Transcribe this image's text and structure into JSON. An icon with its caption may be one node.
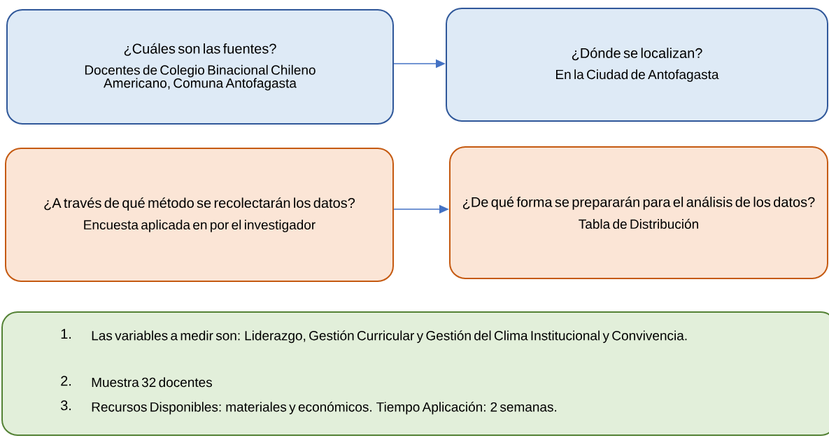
{
  "diagram": {
    "nodes": [
      {
        "text": [
          "¿Cuáles son las fuentes?",
          "Docentes de Colegio Binacional Chileno Americano, Comuna Antofagasta"
        ]
      },
      {
        "text": [
          "¿Dónde se localizan?",
          "En la Ciudad de Antofagasta"
        ]
      },
      {
        "text": [
          "¿A través de qué método se recolectarán los datos?",
          "Encuesta aplicada en por el investigador"
        ]
      },
      {
        "text": [
          "¿De qué forma se prepararán para el análisis de los datos?",
          "Tabla de Distribución"
        ]
      },
      {
        "text": [
          "1.",
          "Las variables a medir son: Liderazgo, Gestión Curricular y  Gestión del Clima Institucional y Convivencia.",
          "2.",
          "Muestra 32 docentes",
          "3.",
          "Recursos Disponibles: materiales y económicos. Tiempo Aplicación: 2 semanas."
        ]
      }
    ],
    "edges": [
      {
        "from": 0,
        "to": 1,
        "arrow": "to"
      },
      {
        "from": 2,
        "to": 3,
        "arrow": "to"
      }
    ]
  }
}
